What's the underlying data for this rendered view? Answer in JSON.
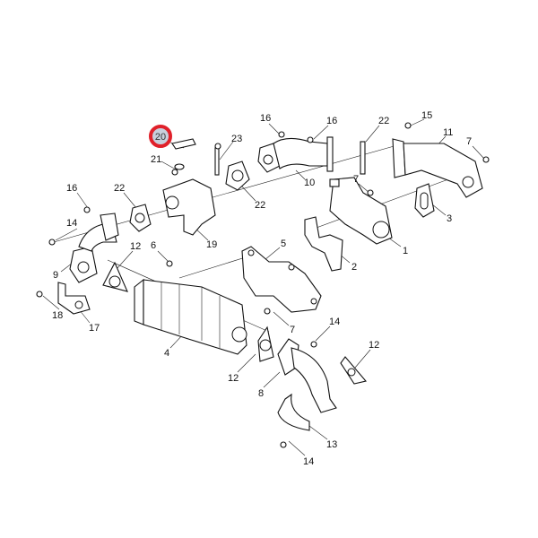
{
  "diagram": {
    "highlight": {
      "number": "20",
      "ring_color": "#e0202a",
      "fill_color": "#c8cfdc"
    },
    "callouts": [
      "23",
      "21",
      "16",
      "16",
      "22",
      "15",
      "11",
      "7",
      "16",
      "22",
      "7",
      "10",
      "22",
      "3",
      "14",
      "19",
      "1",
      "12",
      "6",
      "5",
      "2",
      "9",
      "18",
      "17",
      "7",
      "4",
      "14",
      "12",
      "12",
      "8",
      "13",
      "14"
    ]
  }
}
